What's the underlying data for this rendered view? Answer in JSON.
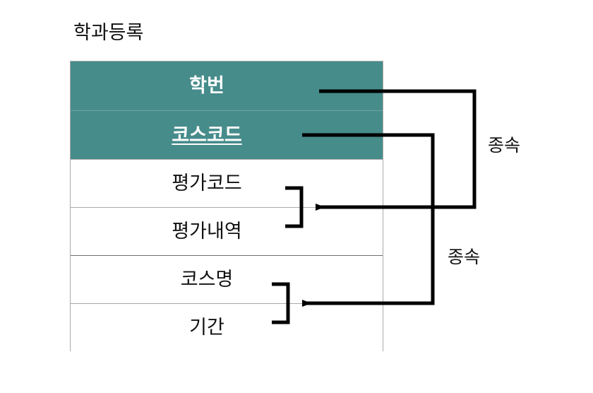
{
  "diagram": {
    "type": "er-attribute-dependency",
    "entity": {
      "title": "학과등록",
      "attributes": [
        {
          "label": "학번",
          "key": true,
          "underlined": false,
          "fill": "#468c8b",
          "text_color": "#ffffff"
        },
        {
          "label": "코스코드",
          "key": true,
          "underlined": true,
          "fill": "#468c8b",
          "text_color": "#ffffff"
        },
        {
          "label": "평가코드",
          "key": false,
          "underlined": false,
          "fill": "#ffffff",
          "text_color": "#111111"
        },
        {
          "label": "평가내역",
          "key": false,
          "underlined": false,
          "fill": "#ffffff",
          "text_color": "#111111"
        },
        {
          "label": "코스명",
          "key": false,
          "underlined": false,
          "fill": "#ffffff",
          "text_color": "#111111"
        },
        {
          "label": "기간",
          "key": false,
          "underlined": false,
          "fill": "#ffffff",
          "text_color": "#111111"
        }
      ]
    },
    "relationships": [
      {
        "label": "종속",
        "from": "학번",
        "to": [
          "평가코드",
          "평가내역"
        ],
        "direction": "right-then-down-then-left"
      },
      {
        "label": "종속",
        "from": "코스코드",
        "to": [
          "코스명",
          "기간"
        ],
        "direction": "right-then-down-then-left"
      }
    ],
    "colors": {
      "key_fill": "#468c8b",
      "key_text": "#ffffff",
      "table_border": "#a9a9a9",
      "row_divider": "#a9a9a9",
      "connector": "#000000",
      "background": "#ffffff"
    }
  }
}
